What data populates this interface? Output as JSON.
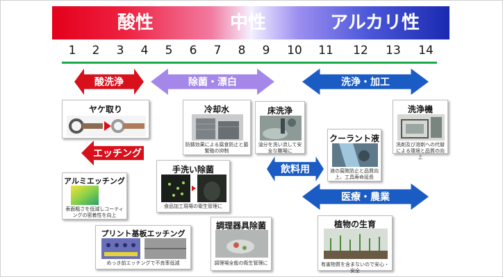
{
  "ph_scale": {
    "zones": {
      "acid": "酸性",
      "neutral": "中性",
      "alkali": "アルカリ性"
    },
    "numbers": [
      "1",
      "2",
      "3",
      "4",
      "5",
      "6",
      "7",
      "8",
      "9",
      "10",
      "11",
      "12",
      "13",
      "14"
    ]
  },
  "colors": {
    "acid_red": "#d8101c",
    "neutral_purple": "#a487e8",
    "alkali_blue": "#1a5cc4",
    "scale_line": "#1aa84b"
  },
  "arrows": {
    "acid_wash": "酸洗浄",
    "sterilize_bleach": "除菌・漂白",
    "wash_process": "洗浄・加工",
    "etching": "エッチング",
    "beverage": "飲料用",
    "medical_agri": "医療・農業"
  },
  "items": {
    "yake": {
      "title": "ヤケ取り"
    },
    "cooling_water": {
      "title": "冷却水",
      "desc": "防錆効果による腐食防止と菌繁殖の抑制"
    },
    "floor_wash": {
      "title": "床洗浄",
      "desc": "油分を洗い流して安全な職場に"
    },
    "washer": {
      "title": "洗浄機",
      "desc": "洗剤及び溶剤への代替による環境と品質の向上"
    },
    "coolant": {
      "title": "クーラント液",
      "desc": "液の腐敗防止と品質向上、工具寿命延長"
    },
    "aluminum": {
      "title": "アルミエッチング",
      "desc": "表面粗さを低減しコーティングの密着性を向上"
    },
    "handwash": {
      "title": "手洗い除菌",
      "desc": "食品加工現場の衛生管理に"
    },
    "pcb": {
      "title": "プリント基板エッチング",
      "desc": "めっき前エッチングで不良率低減"
    },
    "utensil": {
      "title": "調理器具除菌",
      "desc": "調理場全般の衛生管理に"
    },
    "plant": {
      "title": "植物の生育",
      "desc": "有害物質を含まないので安心・安全"
    }
  }
}
